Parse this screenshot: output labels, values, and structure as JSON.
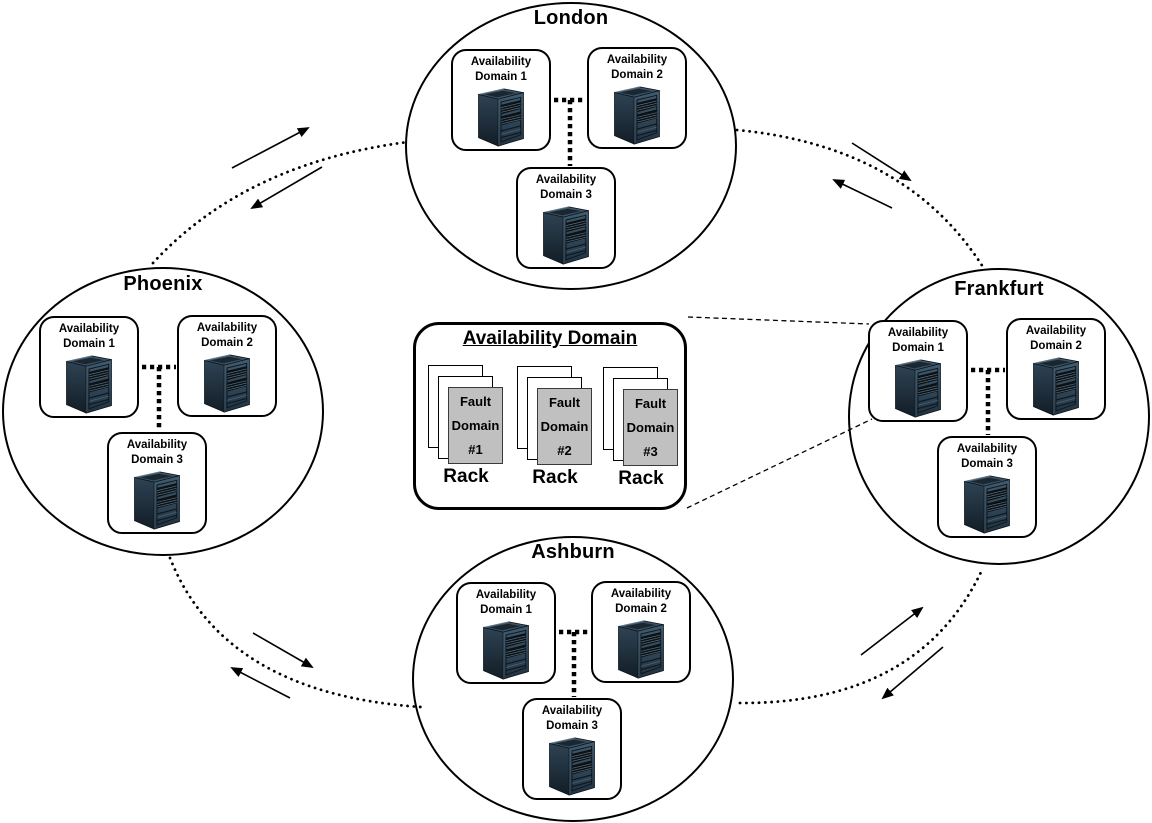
{
  "regions": [
    {
      "name": "London",
      "domains": [
        "Availability Domain 1",
        "Availability Domain 2",
        "Availability Domain 3"
      ]
    },
    {
      "name": "Phoenix",
      "domains": [
        "Availability Domain 1",
        "Availability Domain 2",
        "Availability Domain 3"
      ]
    },
    {
      "name": "Frankfurt",
      "domains": [
        "Availability Domain 1",
        "Availability Domain 2",
        "Availability Domain 3"
      ]
    },
    {
      "name": "Ashburn",
      "domains": [
        "Availability Domain 1",
        "Availability Domain 2",
        "Availability Domain 3"
      ]
    }
  ],
  "availability_domain_detail": {
    "title": "Availability Domain",
    "fault_domains": [
      {
        "label": "Fault Domain #1",
        "rack_label": "Rack"
      },
      {
        "label": "Fault Domain #2",
        "rack_label": "Rack"
      },
      {
        "label": "Fault Domain #3",
        "rack_label": "Rack"
      }
    ]
  },
  "icons": {
    "server_rack": "3d-server-cabinet",
    "arrows": "paired-bidirectional-arrows"
  },
  "colors": {
    "line": "#000000",
    "background": "#ffffff",
    "fault_domain_fill": "#c0c0c0",
    "rack_top": "#3c5365",
    "rack_side_top": "#2e4354",
    "rack_side_bottom": "#121d26",
    "rack_front_top": "#415c70",
    "rack_front_bottom": "#203140",
    "rack_mesh": "#0b1115",
    "rack_streak": "#6e8a9d"
  }
}
